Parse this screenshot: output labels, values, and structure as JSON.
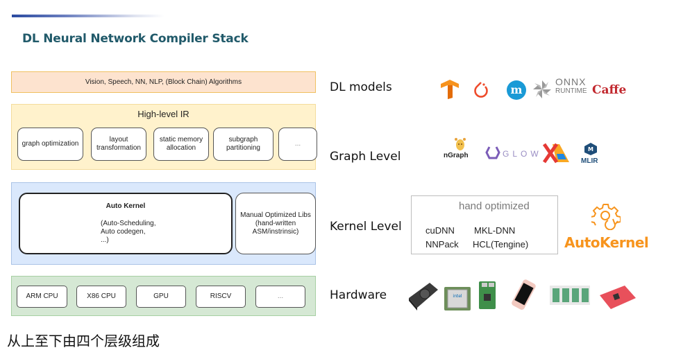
{
  "title": "DL Neural Network Compiler Stack",
  "diagram": {
    "algorithms": "Vision,  Speech, NN, NLP,  (Block Chain) Algorithms",
    "high_level_ir": {
      "title": "High-level IR",
      "items": [
        "graph optimization",
        "layout transformation",
        "static memory allocation",
        "subgraph partitioning",
        "..."
      ]
    },
    "kernel": {
      "auto_kernel_title": "Auto Kernel",
      "auto_kernel_lines": [
        "(Auto-Scheduling,",
        "Auto codegen,",
        "...)"
      ],
      "manual_libs_lines": [
        "Manual Optimized Libs",
        "(hand-written",
        "ASM/instrinsic)"
      ]
    },
    "hardware": [
      "ARM CPU",
      "X86 CPU",
      "GPU",
      "RISCV",
      "..."
    ]
  },
  "levels": {
    "dl_models": {
      "label": "DL models",
      "logos": [
        "tensorflow-logo",
        "pytorch-logo",
        "mxnet-logo",
        "onnx-runtime-logo",
        "caffe-logo"
      ],
      "onnx_top": "ONNX",
      "onnx_bottom": "RUNTIME",
      "caffe": "Caffe"
    },
    "graph_level": {
      "label": "Graph Level",
      "ngraph": "nGraph",
      "glow": "GLOW",
      "mlir": "MLIR"
    },
    "kernel_level": {
      "label": "Kernel Level",
      "hand_optimized_title": "hand optimized",
      "libs": [
        "cuDNN",
        "MKL-DNN",
        "NNPack",
        "HCL(Tengine)"
      ],
      "autokernel": "AutoKernel"
    },
    "hardware": {
      "label": "Hardware",
      "images": [
        "gpu-card",
        "intel-cpu",
        "raspberry-pi",
        "smartphone",
        "server-board",
        "fpga-board"
      ]
    }
  },
  "footer_text": "从上至下由四个层级组成",
  "colors": {
    "title": "#215a6a",
    "algorithms_fill": "#fde3cf",
    "ir_fill": "#fff2cc",
    "kernel_fill": "#dae8fc",
    "hardware_fill": "#d5e8d4",
    "autokernel_orange": "#f7941d"
  }
}
